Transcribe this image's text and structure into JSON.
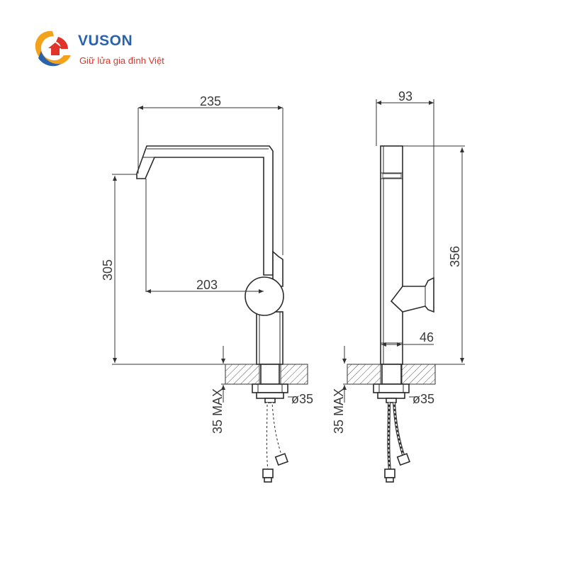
{
  "brand": {
    "name": "VUSON",
    "tagline": "Giữ lửa gia đình Việt",
    "colors": {
      "blue": "#2a63ad",
      "red": "#e0342a",
      "orange": "#f3a21b"
    }
  },
  "front_view": {
    "width_label": "235",
    "height_label": "305",
    "reach_label": "203",
    "diameter_label": "ø35",
    "max_label": "35 MAX"
  },
  "side_view": {
    "width_label": "93",
    "height_label": "356",
    "base_label": "46",
    "diameter_label": "ø35",
    "max_label": "35 MAX"
  },
  "colors": {
    "line": "#333333",
    "text": "#3a3a3a",
    "hatch": "#555555"
  }
}
